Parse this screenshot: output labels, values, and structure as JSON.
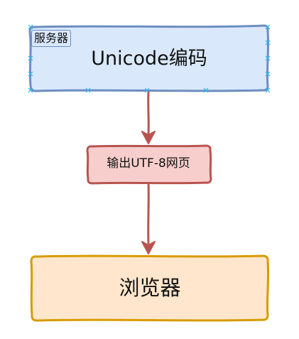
{
  "diagram": {
    "server": {
      "tag": "服务器",
      "title": "Unicode编码",
      "fill": "#dae8fc",
      "stroke": "#6c8ebf"
    },
    "output": {
      "label": "输出UTF-8网页",
      "fill": "#f8cecc",
      "stroke": "#b85450"
    },
    "browser": {
      "label": "浏览器",
      "fill": "#ffe6cc",
      "stroke": "#d79b00"
    },
    "arrows": {
      "stroke": "#b85450"
    }
  }
}
